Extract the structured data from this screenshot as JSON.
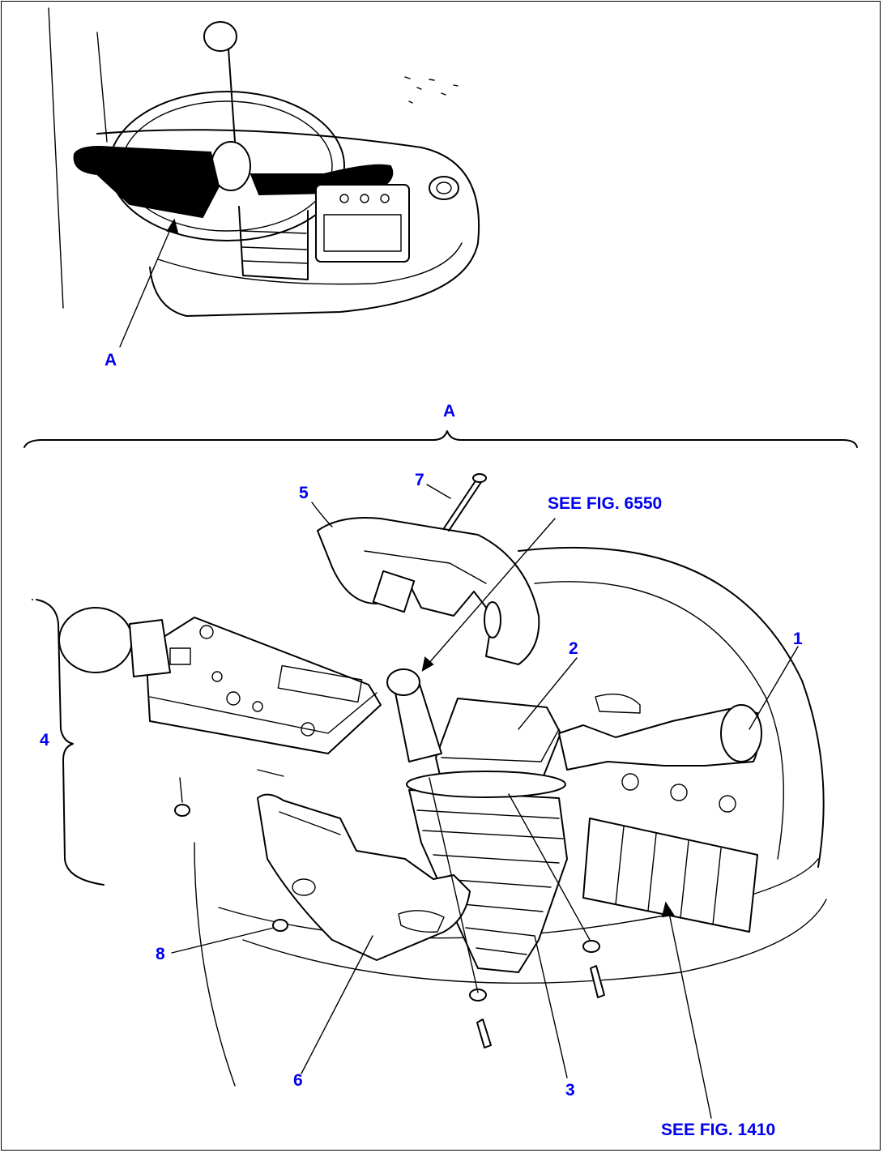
{
  "callouts": {
    "detail_a_top": "A",
    "detail_a_header": "A",
    "item_1": "1",
    "item_2": "2",
    "item_3": "3",
    "item_4": "4",
    "item_5": "5",
    "item_6": "6",
    "item_7": "7",
    "item_8": "8",
    "see_fig_6550": "SEE FIG. 6550",
    "see_fig_1410": "SEE FIG. 1410"
  },
  "colors": {
    "callout_text": "#0000ee",
    "line_art": "#000000",
    "background": "#ffffff"
  }
}
